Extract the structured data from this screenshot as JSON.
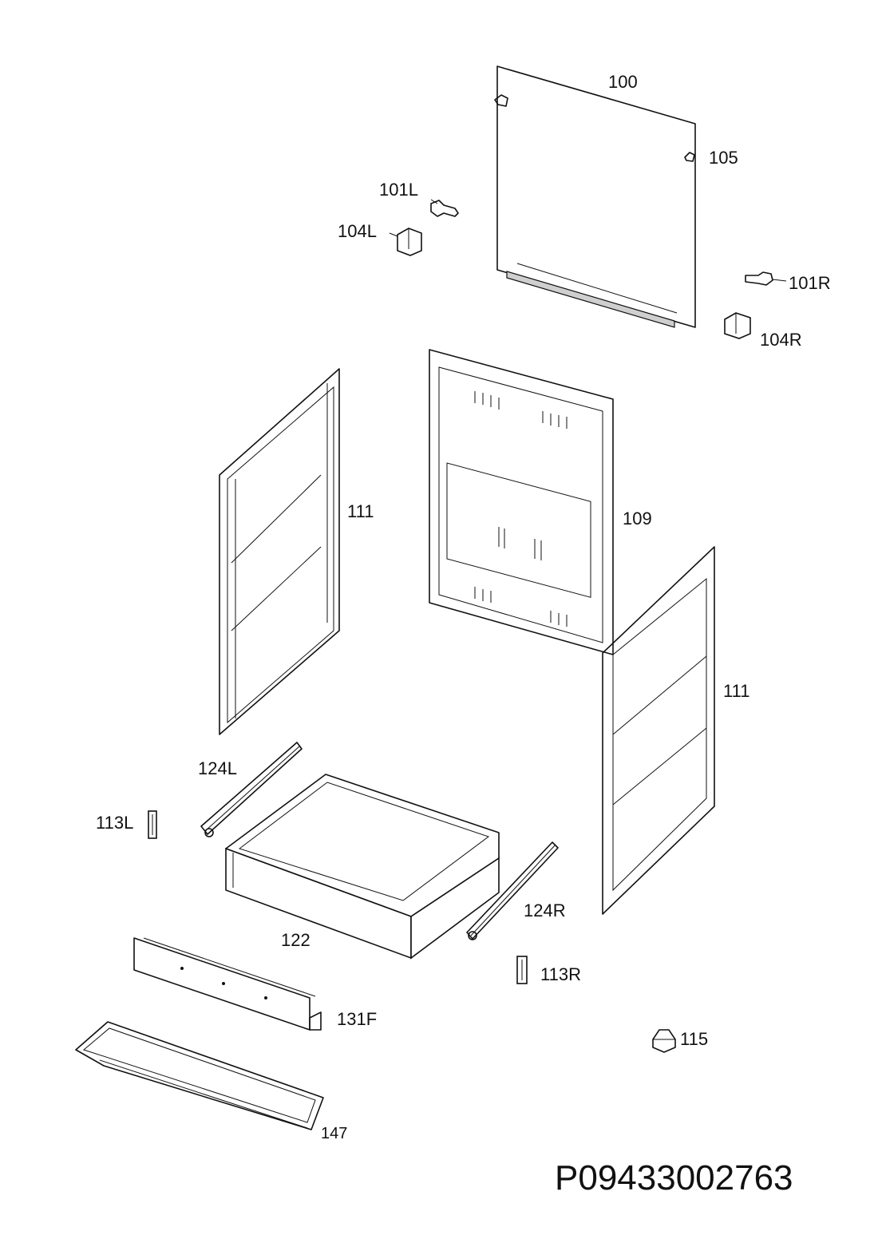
{
  "labels": {
    "l100": "100",
    "l105": "105",
    "l101L": "101L",
    "l104L": "104L",
    "l101R": "101R",
    "l104R": "104R",
    "l111a": "111",
    "l109": "109",
    "l111b": "111",
    "l124L": "124L",
    "l113L": "113L",
    "l122": "122",
    "l124R": "124R",
    "l113R": "113R",
    "l131F": "131F",
    "l115": "115",
    "l147": "147"
  },
  "drawing_code": "P09433002763"
}
